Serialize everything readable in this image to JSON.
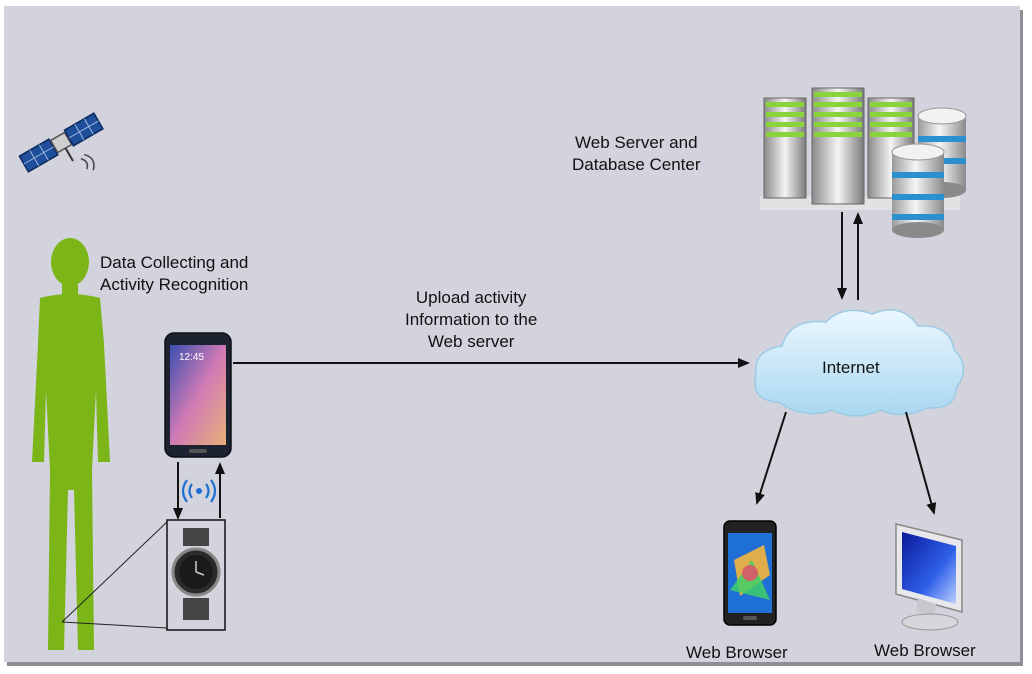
{
  "labels": {
    "web_server": [
      "Web Server and",
      "Database Center"
    ],
    "data_collecting": [
      "Data Collecting and",
      "Activity Recognition"
    ],
    "upload": [
      "Upload activity",
      "Information to the",
      "Web server"
    ],
    "internet": "Internet",
    "browser_phone": "Web Browser",
    "browser_pc": "Web Browser"
  },
  "phone_time": "12:45",
  "colors": {
    "background": "#d2d3dc",
    "person": "#7cb518",
    "cloud": "#cfe9f7",
    "server_light": "#8ad43a",
    "database_ring": "#2c8fd0"
  },
  "icons": [
    "satellite-icon",
    "person-silhouette-icon",
    "smartphone-icon",
    "wireless-signal-icon",
    "smartwatch-icon",
    "server-rack-icon",
    "database-icon",
    "cloud-icon",
    "mobile-phone-icon",
    "desktop-monitor-icon"
  ]
}
